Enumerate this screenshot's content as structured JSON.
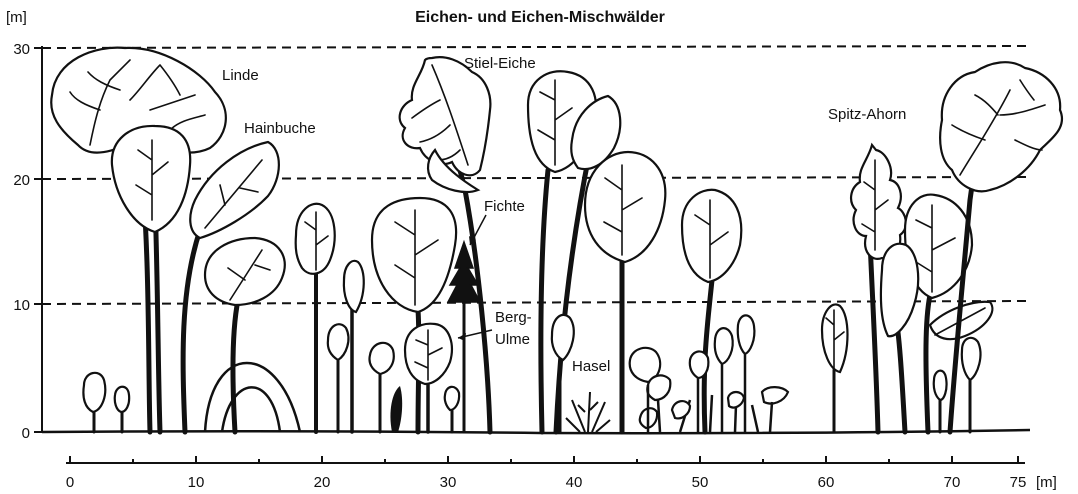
{
  "title": "Eichen- und Eichen-Mischwälder",
  "y_unit": "[m]",
  "x_unit": "[m]",
  "y_ticks": [
    "30",
    "20",
    "10",
    "0"
  ],
  "x_ticks": [
    "0",
    "10",
    "20",
    "30",
    "40",
    "50",
    "60",
    "70",
    "75"
  ],
  "species_labels": {
    "linde": "Linde",
    "hainbuche": "Hainbuche",
    "stiel_eiche": "Stiel-Eiche",
    "fichte": "Fichte",
    "berg_ulme_1": "Berg-",
    "berg_ulme_2": "Ulme",
    "hasel": "Hasel",
    "spitz_ahorn": "Spitz-Ahorn"
  },
  "colors": {
    "ink": "#111111",
    "background": "#ffffff"
  }
}
